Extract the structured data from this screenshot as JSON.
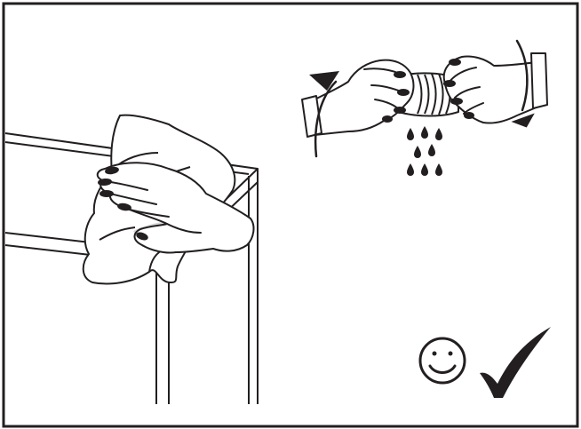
{
  "illustration": {
    "frame": "frame-border",
    "scenes": [
      {
        "name": "wipe-cabinet-with-cloth",
        "icons": [
          "hand-icon",
          "cloth-icon",
          "cabinet-icon"
        ]
      },
      {
        "name": "wring-out-cloth",
        "icons": [
          "hand-icon",
          "hand-icon",
          "twist-arrow-icon",
          "twist-arrow-icon",
          "water-drops-icon"
        ]
      },
      {
        "name": "approval",
        "icons": [
          "smiley-face-icon",
          "check-mark-icon"
        ]
      }
    ],
    "colors": {
      "ink": "#231f20",
      "paper": "#ffffff",
      "cloth_shade": "#d9d9d9"
    }
  }
}
